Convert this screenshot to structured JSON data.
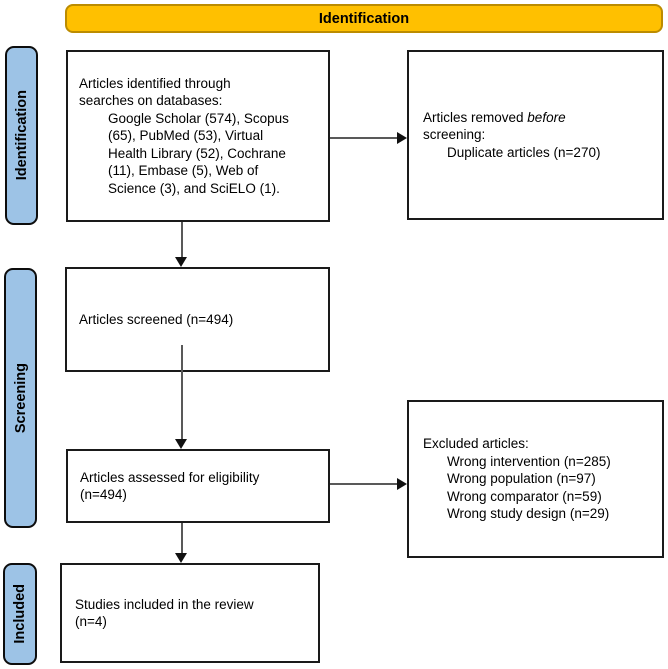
{
  "header": {
    "label": "Identification"
  },
  "sidebar": {
    "identification_label": "Identification",
    "screening_label": "Screening",
    "included_label": "Included"
  },
  "boxes": {
    "identified": {
      "intro": "Articles identified through\nsearches on databases:",
      "detail": "Google Scholar (574), Scopus\n(65), PubMed (53), Virtual\nHealth Library (52), Cochrane\n(11), Embase (5), Web of\nScience (3), and SciELO (1)."
    },
    "removed": {
      "intro_pre": "Articles removed ",
      "intro_italic": "before",
      "intro_post": "\nscreening:",
      "detail": "Duplicate articles (n=270)"
    },
    "screened": {
      "text": "Articles screened (n=494)"
    },
    "assessed": {
      "text": "Articles assessed for eligibility\n(n=494)"
    },
    "excluded": {
      "intro": "Excluded articles:",
      "detail": "Wrong intervention (n=285)\nWrong population (n=97)\nWrong comparator (n=59)\nWrong study design (n=29)"
    },
    "included": {
      "text": "Studies included in the review\n(n=4)"
    }
  },
  "colors": {
    "header_fill": "#FFC000",
    "header_border": "#BC8C00",
    "stage_label_fill": "#9DC3E6",
    "box_border": "#1A1A1A",
    "connector_line": "#595959",
    "arrowhead": "#111111"
  }
}
